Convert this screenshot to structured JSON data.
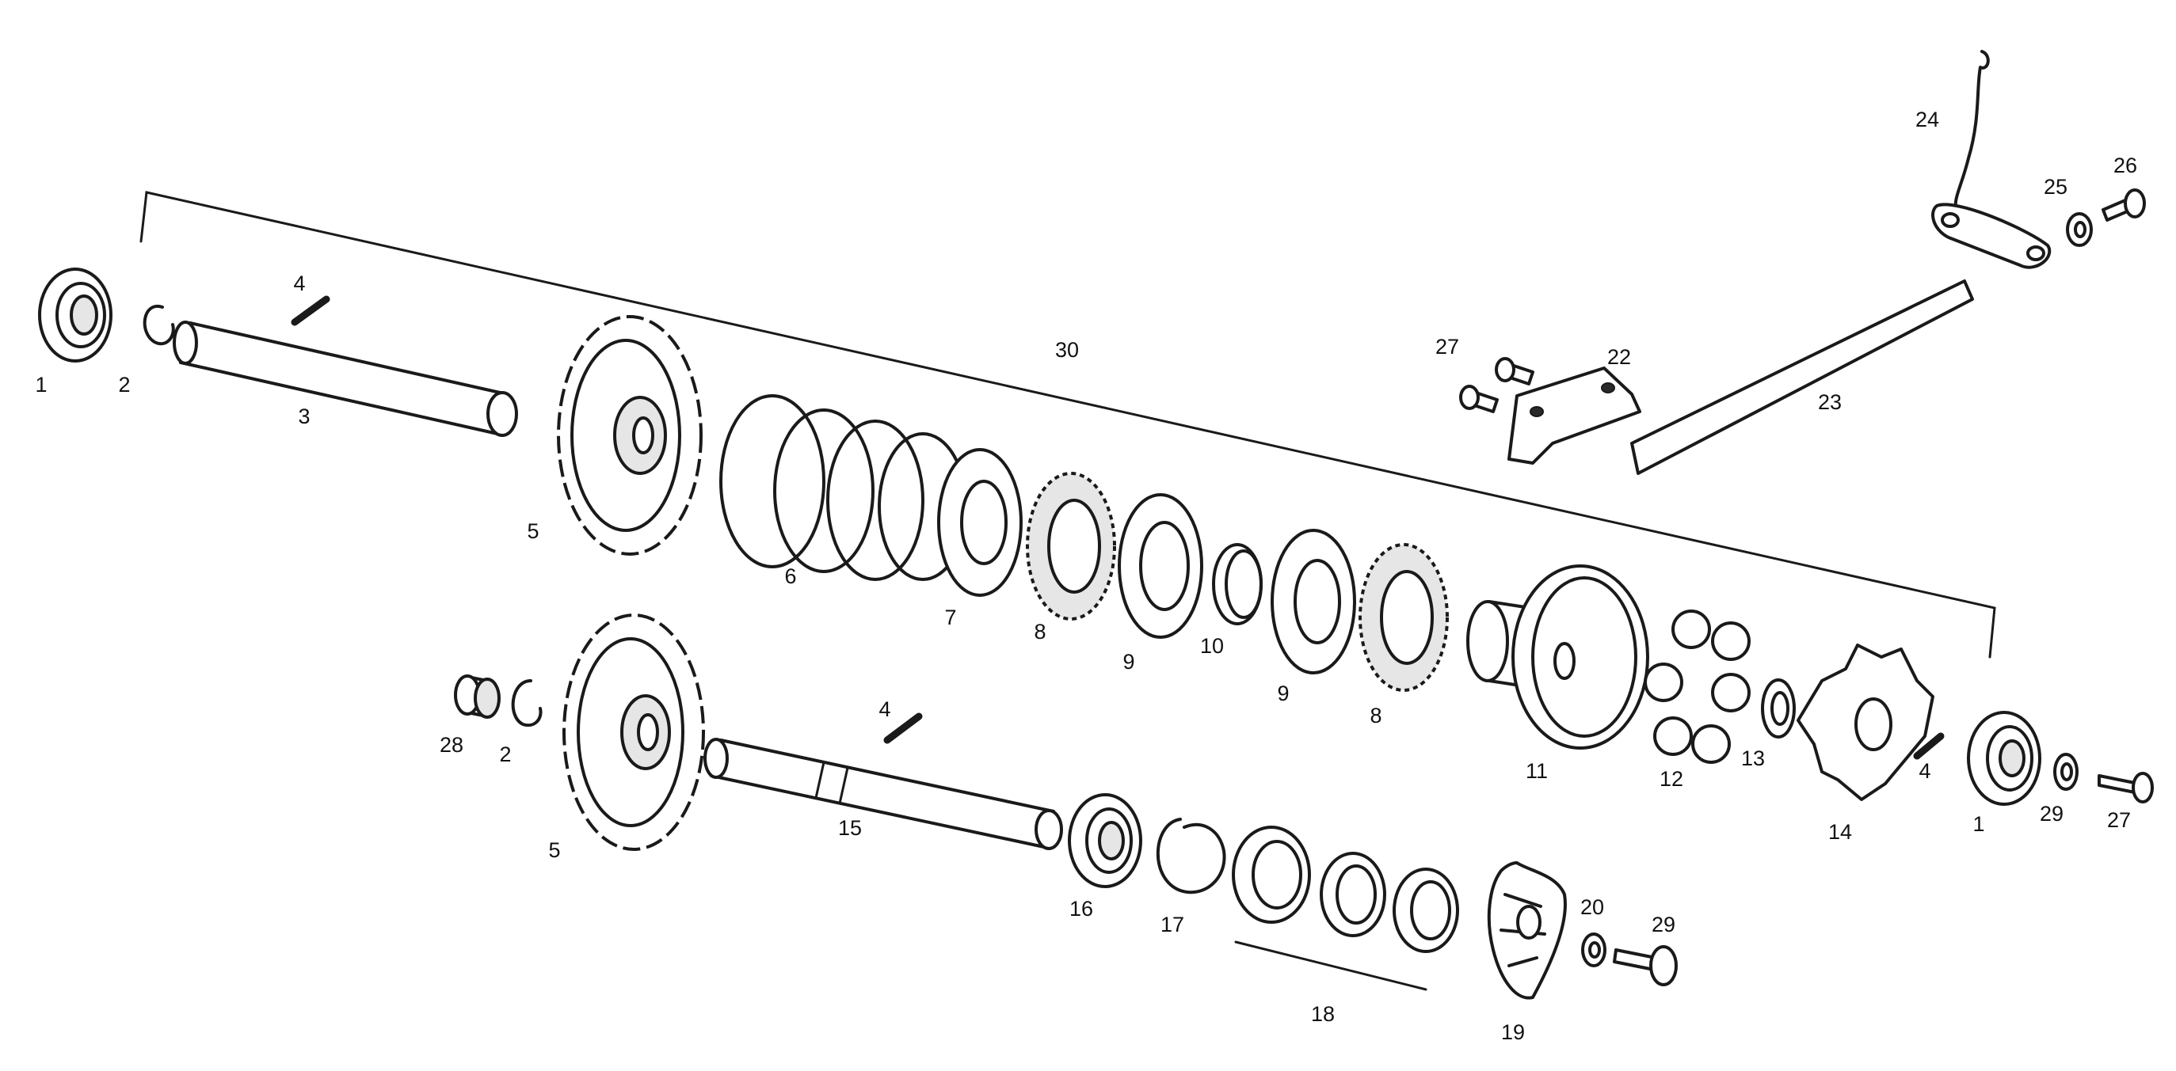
{
  "callouts": [
    {
      "id": "c1a",
      "text": "1"
    },
    {
      "id": "c2a",
      "text": "2"
    },
    {
      "id": "c3",
      "text": "3"
    },
    {
      "id": "c4a",
      "text": "4"
    },
    {
      "id": "c5a",
      "text": "5"
    },
    {
      "id": "c6",
      "text": "6"
    },
    {
      "id": "c7",
      "text": "7"
    },
    {
      "id": "c8a",
      "text": "8"
    },
    {
      "id": "c9a",
      "text": "9"
    },
    {
      "id": "c10",
      "text": "10"
    },
    {
      "id": "c9b",
      "text": "9"
    },
    {
      "id": "c8b",
      "text": "8"
    },
    {
      "id": "c11",
      "text": "11"
    },
    {
      "id": "c12",
      "text": "12"
    },
    {
      "id": "c13",
      "text": "13"
    },
    {
      "id": "c14",
      "text": "14"
    },
    {
      "id": "c4b",
      "text": "4"
    },
    {
      "id": "c1b",
      "text": "1"
    },
    {
      "id": "c29a",
      "text": "29"
    },
    {
      "id": "c27a",
      "text": "27"
    },
    {
      "id": "c30",
      "text": "30"
    },
    {
      "id": "c27b",
      "text": "27"
    },
    {
      "id": "c22",
      "text": "22"
    },
    {
      "id": "c23",
      "text": "23"
    },
    {
      "id": "c24",
      "text": "24"
    },
    {
      "id": "c25",
      "text": "25"
    },
    {
      "id": "c26",
      "text": "26"
    },
    {
      "id": "c28",
      "text": "28"
    },
    {
      "id": "c2b",
      "text": "2"
    },
    {
      "id": "c5b",
      "text": "5"
    },
    {
      "id": "c4c",
      "text": "4"
    },
    {
      "id": "c15",
      "text": "15"
    },
    {
      "id": "c16",
      "text": "16"
    },
    {
      "id": "c17",
      "text": "17"
    },
    {
      "id": "c18",
      "text": "18"
    },
    {
      "id": "c19",
      "text": "19"
    },
    {
      "id": "c20",
      "text": "20"
    },
    {
      "id": "c29b",
      "text": "29"
    }
  ]
}
